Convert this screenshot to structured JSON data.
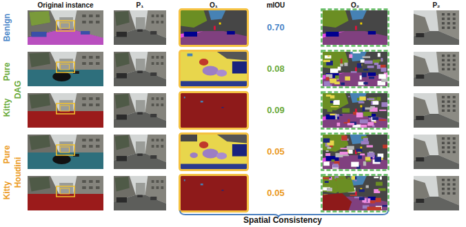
{
  "diagram": {
    "labels": [
      "Original instance",
      "P₁",
      "O₁",
      "mIOU",
      "O₂",
      "P₂",
      "Benign",
      "0.70",
      "Kitty Pure",
      "DAG",
      "0.08",
      "0.09",
      "Kitty Pure",
      "Houdini",
      "0.05",
      "0.05",
      "Spatial Consistency"
    ]
  }
}
